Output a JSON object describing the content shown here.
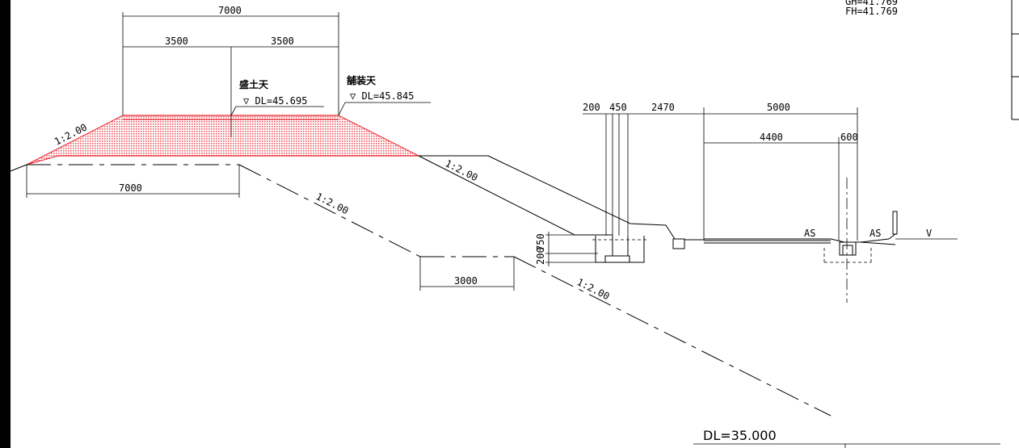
{
  "header": {
    "gh": "GH=41.769",
    "fh": "FH=41.769"
  },
  "dimensions": {
    "top_total": "7000",
    "top_left_half": "3500",
    "top_right_half": "3500",
    "base_width": "7000",
    "berm_width": "3000",
    "d200": "200",
    "d450": "450",
    "d2470": "2470",
    "d5000": "5000",
    "d4400": "4400",
    "d600": "600",
    "d750": "750",
    "d200_vertical": "200"
  },
  "labels": {
    "fill_top_title": "盛土天",
    "fill_top_level": "▽ DL=45.695",
    "pavement_top_title": "舗装天",
    "pavement_top_level": "▽ DL=45.845",
    "slope_left": "1:2.00",
    "slope_embankment": "1:2.00",
    "slope_ground_upper": "1:2.00",
    "slope_ground_lower": "1:2.00",
    "as_left": "AS",
    "as_right": "AS",
    "v_mark": "V",
    "datum": "DL=35.000"
  },
  "colors": {
    "fill_hatch": "#e8202a",
    "line": "#000000",
    "background": "#ffffff"
  }
}
